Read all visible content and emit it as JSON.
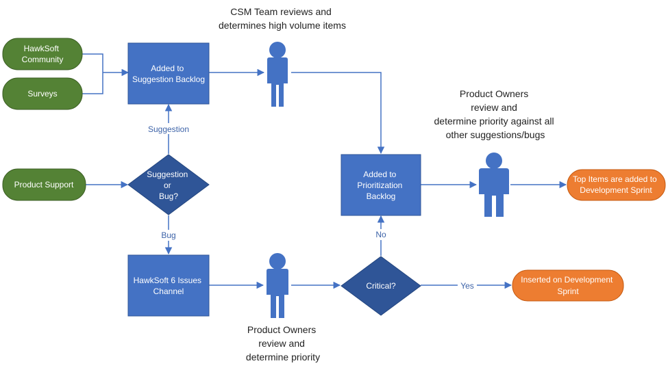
{
  "colors": {
    "source_green": "#548235",
    "process_blue": "#4472c4",
    "decision_blue": "#2f5597",
    "terminal_orange": "#ed7d31",
    "edge_blue": "#4472c4"
  },
  "sources": {
    "community": [
      "HawkSoft",
      "Community"
    ],
    "surveys": [
      "Surveys"
    ],
    "product_support": [
      "Product Support"
    ]
  },
  "processes": {
    "suggestion_backlog": [
      "Added to",
      "Suggestion Backlog"
    ],
    "prioritization_backlog": [
      "Added to",
      "Prioritization",
      "Backlog"
    ],
    "issues_channel": [
      "HawkSoft 6 Issues",
      "Channel"
    ]
  },
  "decisions": {
    "suggestion_or_bug": [
      "Suggestion",
      "or",
      "Bug?"
    ],
    "critical": [
      "Critical?"
    ]
  },
  "terminals": {
    "development_sprint": [
      "Top Items are added to",
      "Development Sprint"
    ],
    "inserted_sprint": [
      "Inserted on Development",
      "Sprint"
    ]
  },
  "edge_labels": {
    "suggestion": "Suggestion",
    "bug": "Bug",
    "no": "No",
    "yes": "Yes"
  },
  "captions": {
    "csm_team": [
      "CSM Team reviews and",
      "determines high volume items"
    ],
    "po_priority_all": [
      "Product Owners",
      "review and",
      "determine priority against all",
      "other suggestions/bugs"
    ],
    "po_priority": [
      "Product Owners",
      "review and",
      "determine priority"
    ]
  },
  "icons": {
    "person_csm": "person-icon",
    "person_po_top": "person-icon",
    "person_po_bottom": "person-icon"
  }
}
